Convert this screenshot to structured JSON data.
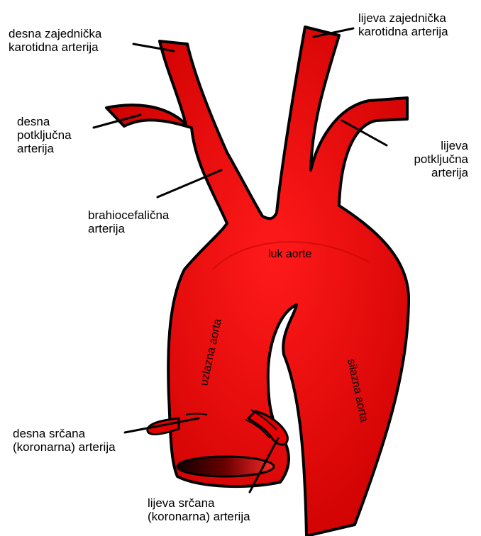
{
  "labels": {
    "right_common_carotid": [
      "desna zajednička",
      "karotidna arterija"
    ],
    "left_common_carotid": [
      "lijeva zajednička",
      "karotidna arterija"
    ],
    "right_subclavian": [
      "desna",
      "potključna",
      "arterija"
    ],
    "left_subclavian": [
      "lijeva",
      "potključna",
      "arterija"
    ],
    "brachiocephalic": [
      "brahiocefalična",
      "arterija"
    ],
    "aortic_arch": "luk aorte",
    "ascending_aorta": "uzlazna aorta",
    "descending_aorta": "silazna aorta",
    "right_coronary": [
      "desna srčana",
      "(koronarna) arterija"
    ],
    "left_coronary": [
      "lijeva srčana",
      "(koronarna) arterija"
    ]
  },
  "colors": {
    "vessel_light": "#ff1a1a",
    "vessel_dark": "#c80000",
    "outline": "#000000",
    "leader_line": "#000000"
  }
}
